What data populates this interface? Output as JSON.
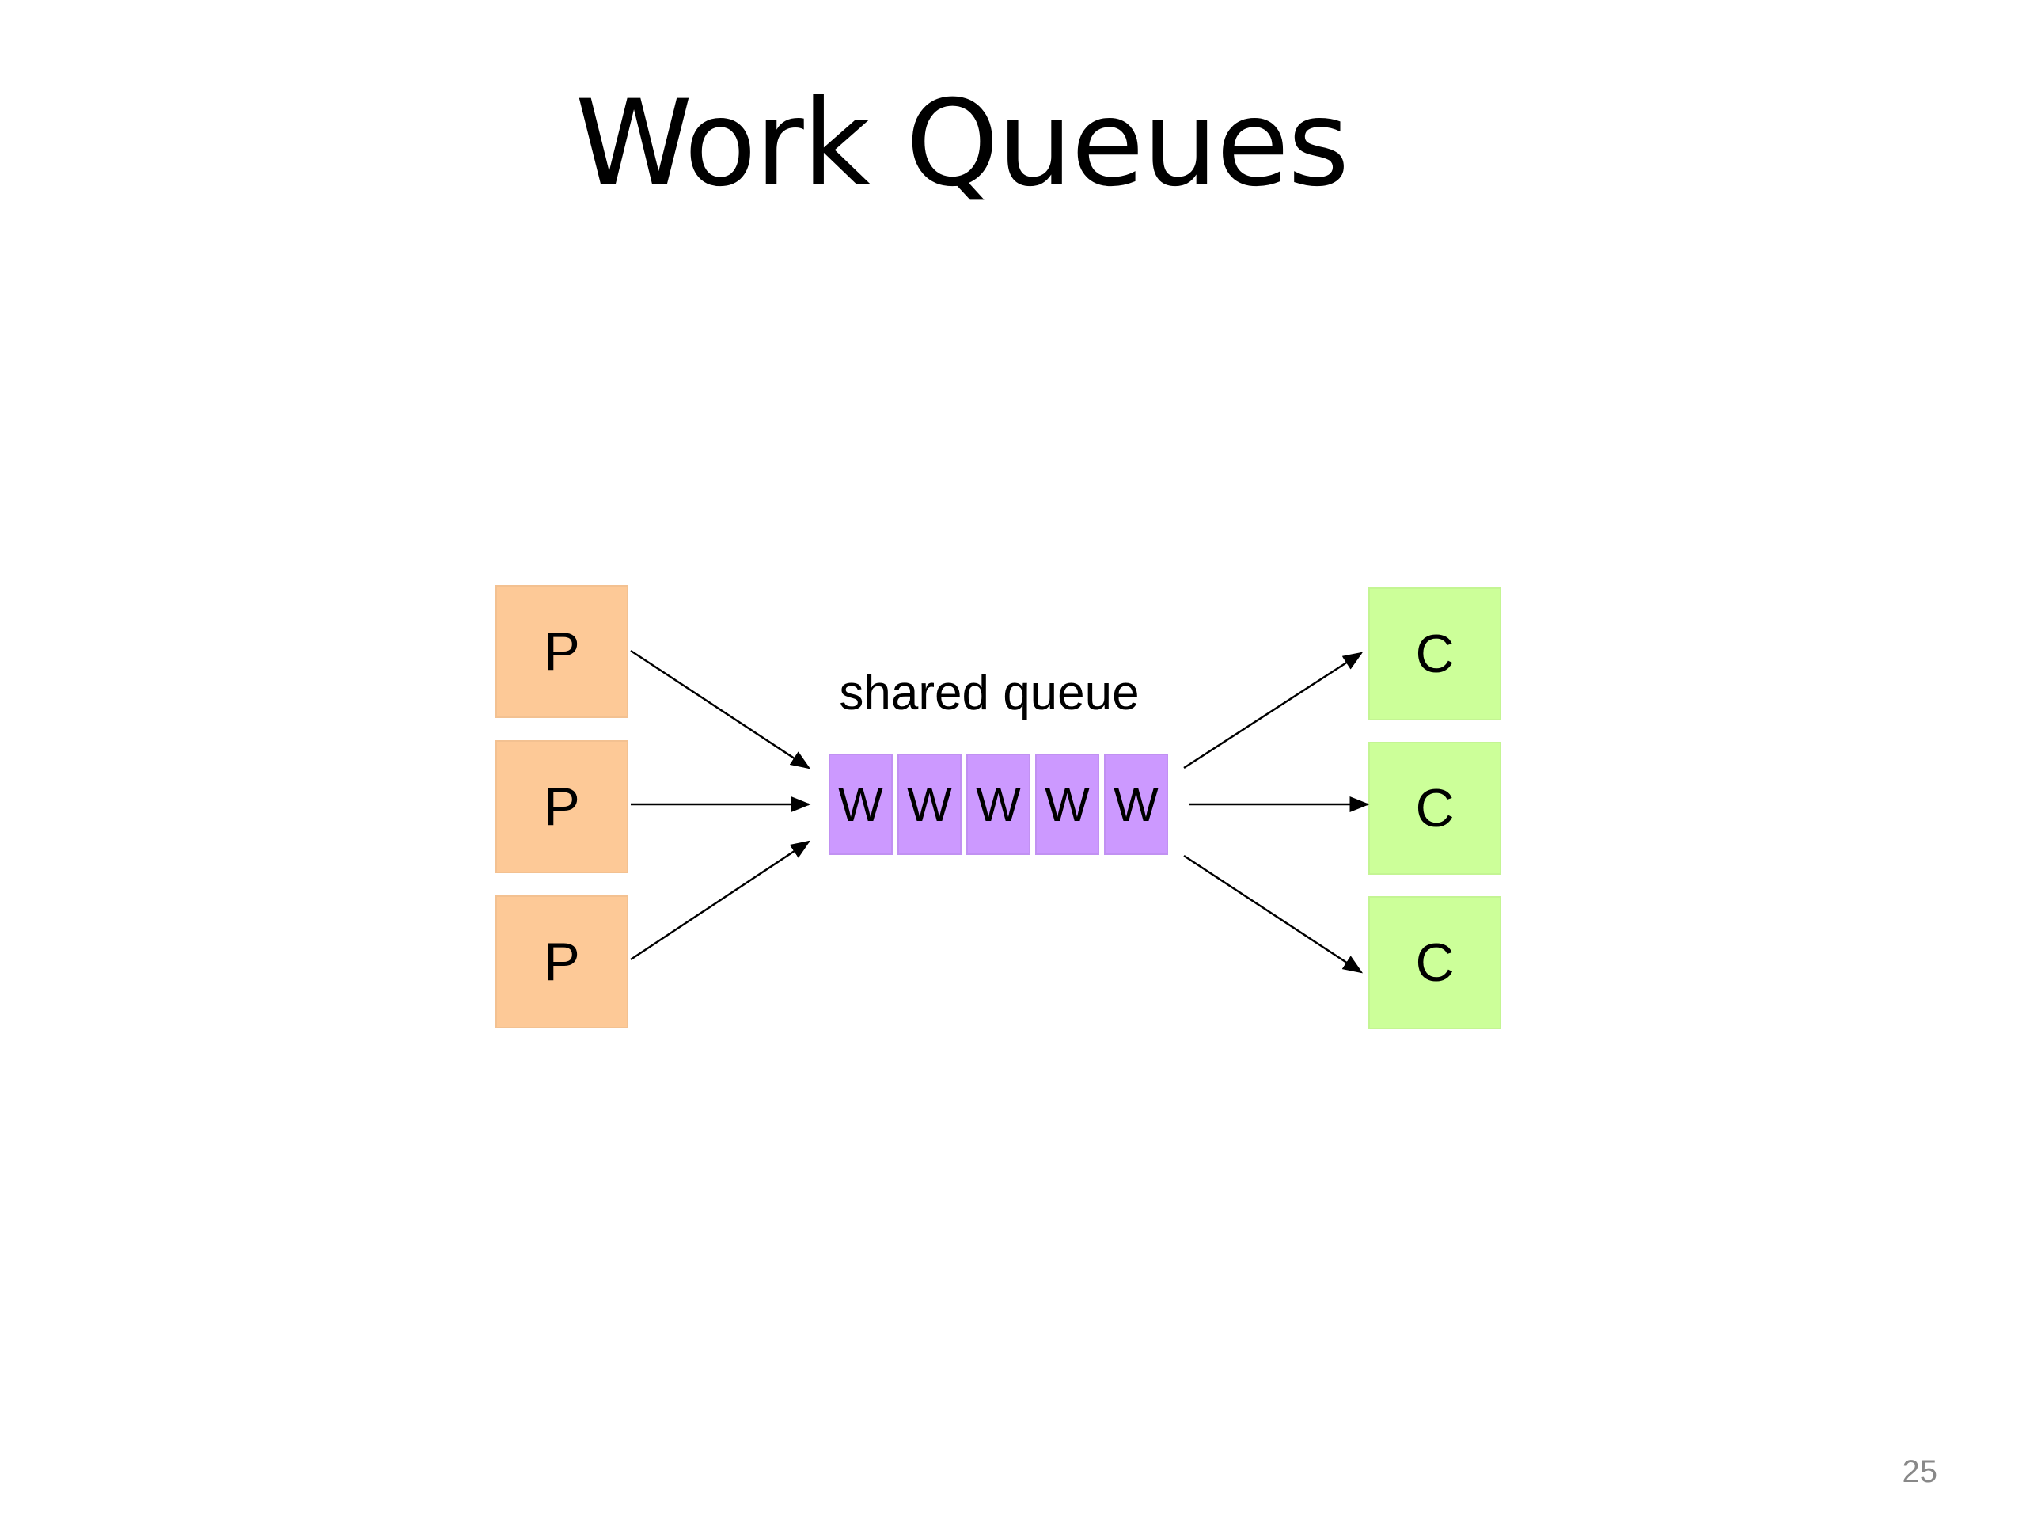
{
  "slide": {
    "title": "Work Queues",
    "page_number": "25"
  },
  "colors": {
    "producer": "#fdc997",
    "queue": "#cc99ff",
    "consumer": "#ccff99",
    "arrow": "#000000"
  },
  "producers": [
    {
      "label": "P"
    },
    {
      "label": "P"
    },
    {
      "label": "P"
    }
  ],
  "queue": {
    "label": "shared queue",
    "cells": [
      {
        "label": "W"
      },
      {
        "label": "W"
      },
      {
        "label": "W"
      },
      {
        "label": "W"
      },
      {
        "label": "W"
      }
    ]
  },
  "consumers": [
    {
      "label": "C"
    },
    {
      "label": "C"
    },
    {
      "label": "C"
    }
  ]
}
